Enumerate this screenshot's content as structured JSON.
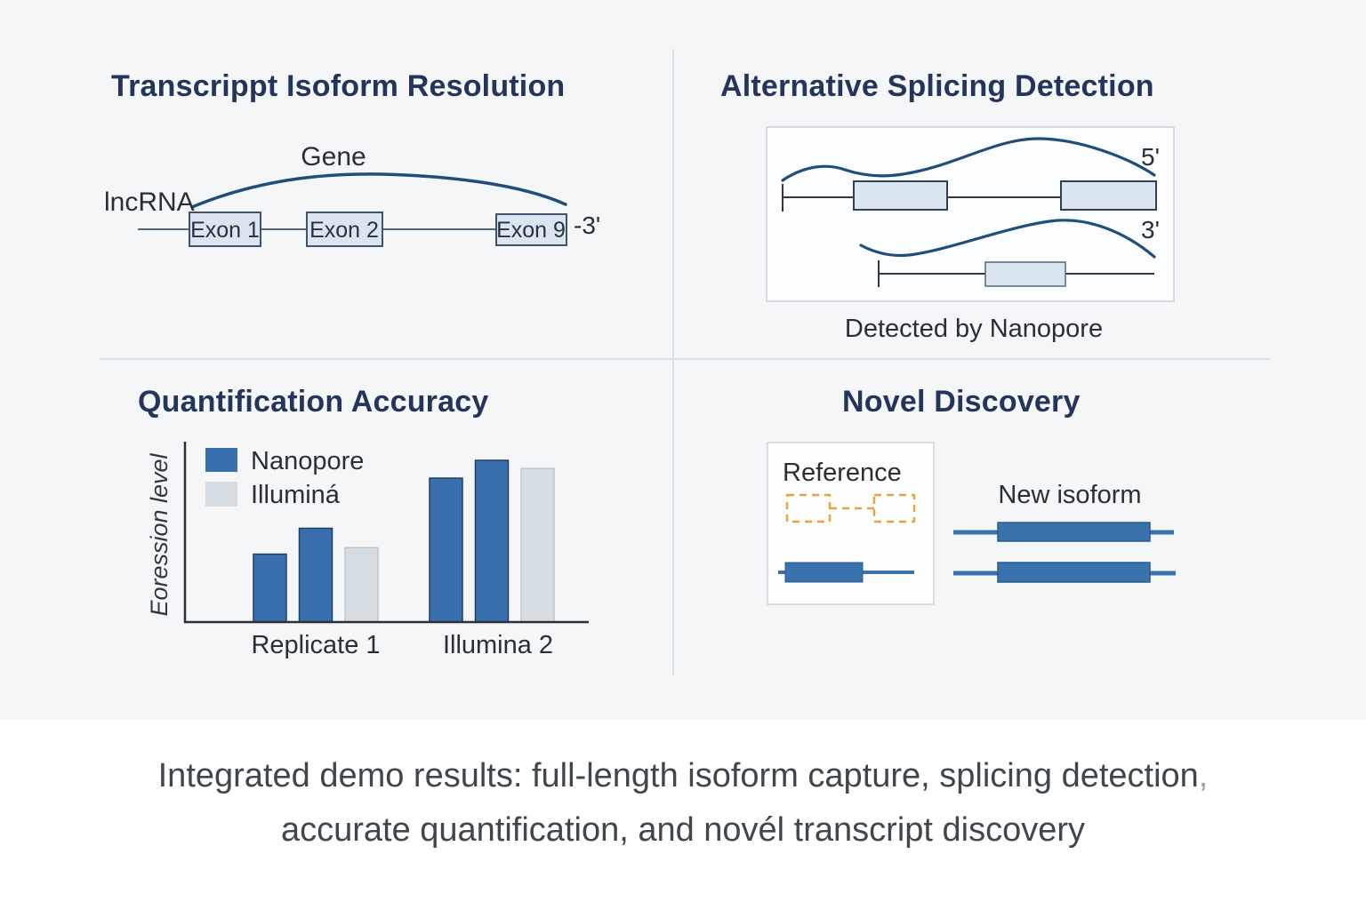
{
  "quadrants": {
    "isoform": {
      "title": "Transcrippt Isoform Resolution",
      "gene_label": "Gene",
      "lncrna_label": "lncRNA",
      "exons": [
        "Exon 1",
        "Exon 2",
        "Exon 9"
      ],
      "end_label": "-3'"
    },
    "splicing": {
      "title": "Alternative Splicing Detection",
      "five_prime_label": "5'",
      "three_prime_label": "3'",
      "caption": "Detected by Nanopore"
    },
    "quantification": {
      "title": "Quantification Accuracy"
    },
    "novel": {
      "title": "Novel Discovery",
      "reference_label": "Reference",
      "new_isoform_label": "New isoform"
    }
  },
  "chart_data": {
    "type": "bar",
    "title": "Quantification Accuracy",
    "xlabel": "",
    "ylabel": "Eoression level",
    "ylim": [
      0,
      110
    ],
    "grid": false,
    "legend_position": "top-left",
    "legend": [
      {
        "name": "Nanopore",
        "color": "#3a6fad",
        "stroke": "#1e4066"
      },
      {
        "name": "Illuminá",
        "color": "#d5dde3",
        "stroke": "#bcc8d1"
      }
    ],
    "categories": [
      "Replicate 1",
      "Illumina 2"
    ],
    "groups": [
      {
        "category": "Replicate 1",
        "bars": [
          {
            "series": 0,
            "value": 42
          },
          {
            "series": 0,
            "value": 58
          },
          {
            "series": 1,
            "value": 46
          }
        ]
      },
      {
        "category": "Illumina 2",
        "bars": [
          {
            "series": 0,
            "value": 89
          },
          {
            "series": 0,
            "value": 100
          },
          {
            "series": 1,
            "value": 95
          }
        ]
      }
    ]
  },
  "caption": {
    "line1": "Integrated demo results: full-length isoform capture, splicing detection",
    "line1_trailing": ",",
    "line2": "accurate quantification, and novél transcript discovery"
  },
  "colors": {
    "heading": "#24355b",
    "curve_blue": "#1f4e79",
    "exon_fill": "#dce4ef",
    "solid_blue": "#3a72ad",
    "orange_dashed": "#e6a33e",
    "card_bg": "#f5f6f8"
  }
}
